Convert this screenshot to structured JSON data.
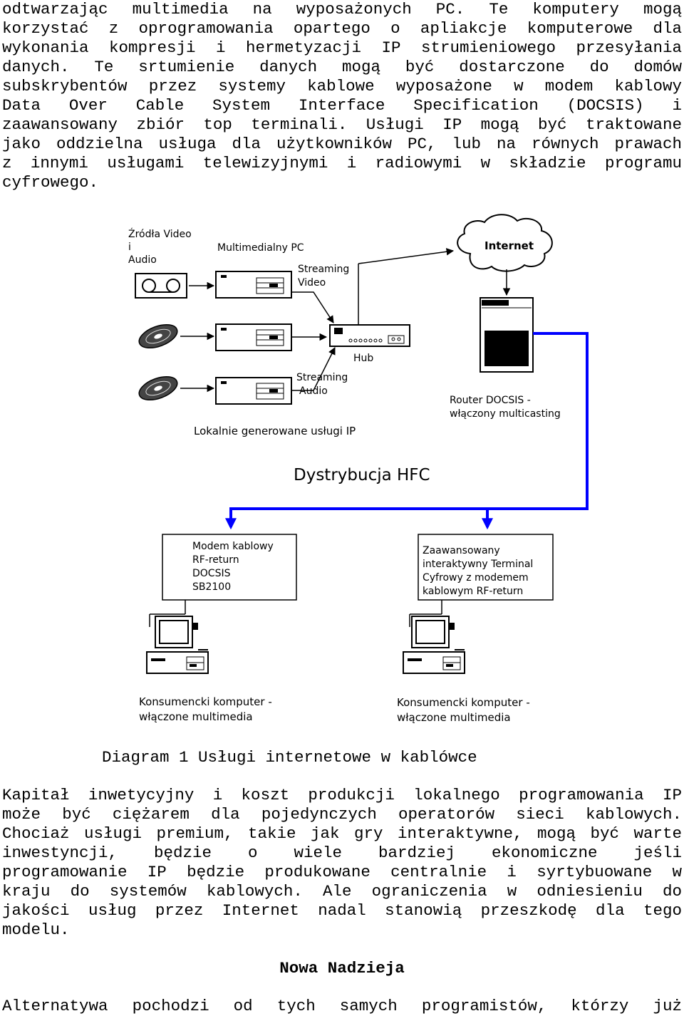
{
  "paragraph1": {
    "lines": [
      "odtwarzając multimedia na wyposażonych PC. Te komputery mogą",
      "korzystać z oprogramowania opartego o apliakcje komputerowe dla",
      "wykonania kompresji i hermetyzacji IP strumieniowego przesyłania",
      "danych. Te srtumienie danych mogą być dostarczone do domów",
      "subskrybentów przez systemy kablowe wyposażone w modem kablowy",
      "Data Over Cable System Interface Specification (DOCSIS) i",
      "zaawansowany zbiór  top terminali. Usługi IP mogą być traktowane",
      "jako oddzielna usługa dla użytkowników PC, lub na równych prawach",
      "z innymi usługami telewizyjnymi i radiowymi w składzie programu",
      "cyfrowego."
    ]
  },
  "diagram": {
    "sources_label_1": "Źródła Video",
    "sources_label_2": "i",
    "sources_label_3": "Audio",
    "multimedia_pc_label": "Multimedialny PC",
    "streaming_video_1": "Streaming",
    "streaming_video_2": "Video",
    "hub_label": "Hub",
    "streaming_audio_1": "Streaming",
    "streaming_audio_2": "Audio",
    "local_services_label": "Lokalnie generowane usługi IP",
    "internet_label": "Internet",
    "router_label_1": "Router DOCSIS -",
    "router_label_2": "włączony multicasting",
    "hfc_label": "Dystrybucja HFC",
    "modem_box": [
      "Modem kablowy",
      "RF-return",
      "DOCSIS",
      "SB2100"
    ],
    "terminal_box": [
      "Zaawansowany",
      "interaktywny Terminal",
      "Cyfrowy z modemem",
      "kablowym RF-return"
    ],
    "consumer_left_1": "Konsumencki komputer -",
    "consumer_left_2": "włączone multimedia",
    "consumer_right_1": "Konsumencki komputer -",
    "consumer_right_2": "włączone multimedia",
    "link_color": "#0000ff"
  },
  "caption": "Diagram 1 Usługi internetowe w kablówce",
  "paragraph2": {
    "lines": [
      "Kapitał inwetycyjny i koszt produkcji lokalnego programowania IP",
      "może być ciężarem dla pojedynczych operatorów sieci kablowych.",
      "Chociaż usługi premium, takie jak gry interaktywne, mogą być warte",
      "inwestyncji, będzie o wiele bardziej ekonomiczne jeśli",
      "programowanie IP będzie produkowane centralnie i syrtybuowane w",
      "kraju do systemów kablowych. Ale ograniczenia w odniesieniu do",
      "jakości usług przez Internet nadal stanowią przeszkodę dla tego",
      "modelu."
    ]
  },
  "heading": "Nowa Nadzieja",
  "paragraph3": {
    "lines": [
      "Alternatywa pochodzi od tych samych programistów, którzy już"
    ]
  }
}
